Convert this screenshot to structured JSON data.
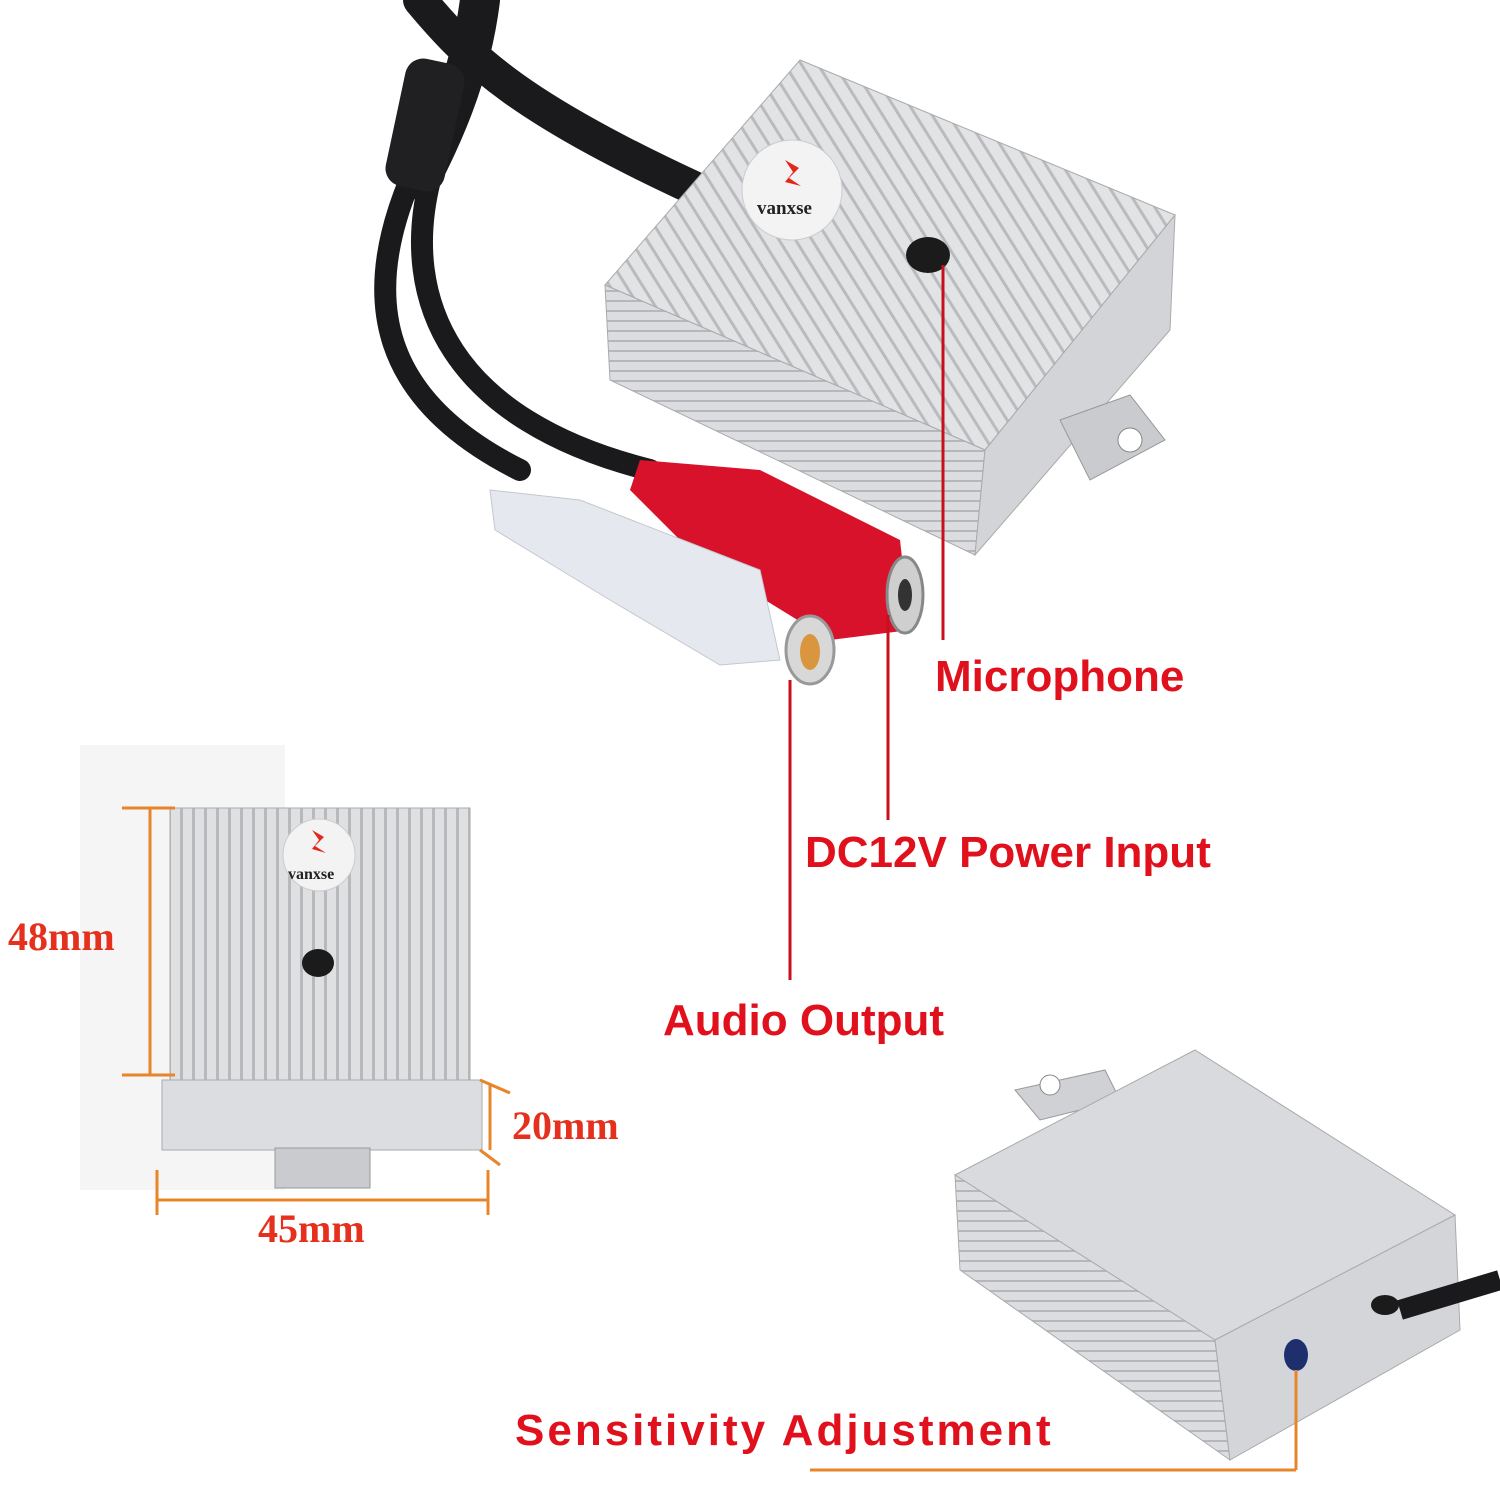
{
  "brand": {
    "logo_text": "vanxse"
  },
  "callouts": {
    "microphone": "Microphone",
    "power_input": "DC12V Power Input",
    "audio_output": "Audio Output",
    "sensitivity": "Sensitivity Adjustment"
  },
  "dimensions": {
    "height": "48mm",
    "depth": "20mm",
    "width": "45mm"
  },
  "colors": {
    "callout_text": "#e0101c",
    "dimension_lines": "#e8842a",
    "dimension_text": "#e4301c",
    "rca_red": "#d8122a",
    "rca_white": "#e6e8ef",
    "housing": "#d9dadc"
  }
}
